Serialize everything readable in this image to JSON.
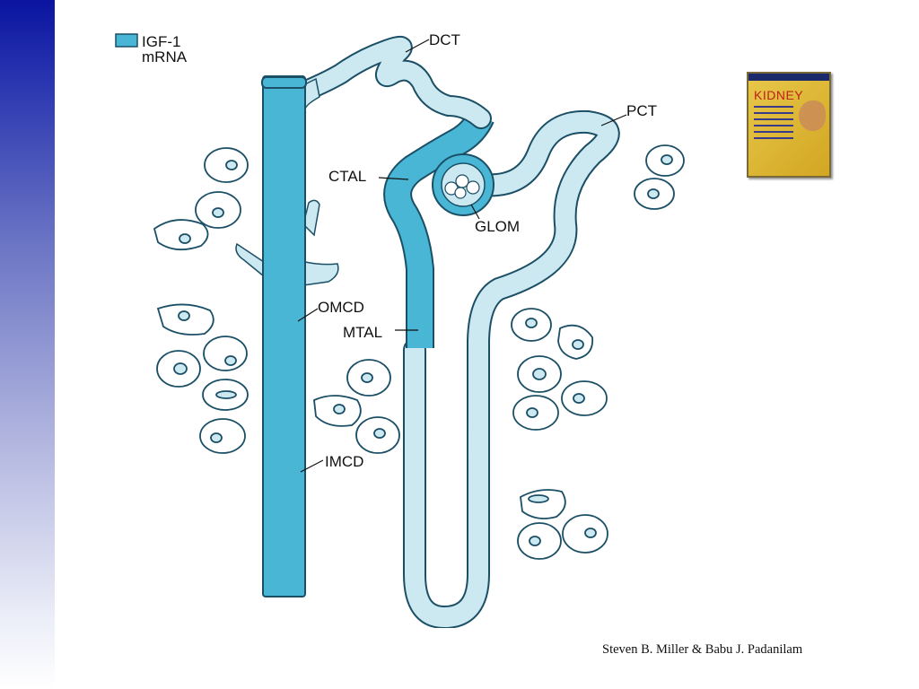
{
  "legend": {
    "label_line1": "IGF-1",
    "label_line2": "mRNA"
  },
  "labels": {
    "dct": "DCT",
    "pct": "PCT",
    "ctal": "CTAL",
    "glom": "GLOM",
    "omcd": "OMCD",
    "mtal": "MTAL",
    "imcd": "IMCD"
  },
  "colors": {
    "igf_positive": "#48b6d4",
    "negative": "#cce8f0",
    "outline": "#1b4f66",
    "sidebar": "#0a14a0"
  },
  "book": {
    "title": "KIDNEY"
  },
  "credit": "Steven B. Miller & Babu J. Padanilam"
}
